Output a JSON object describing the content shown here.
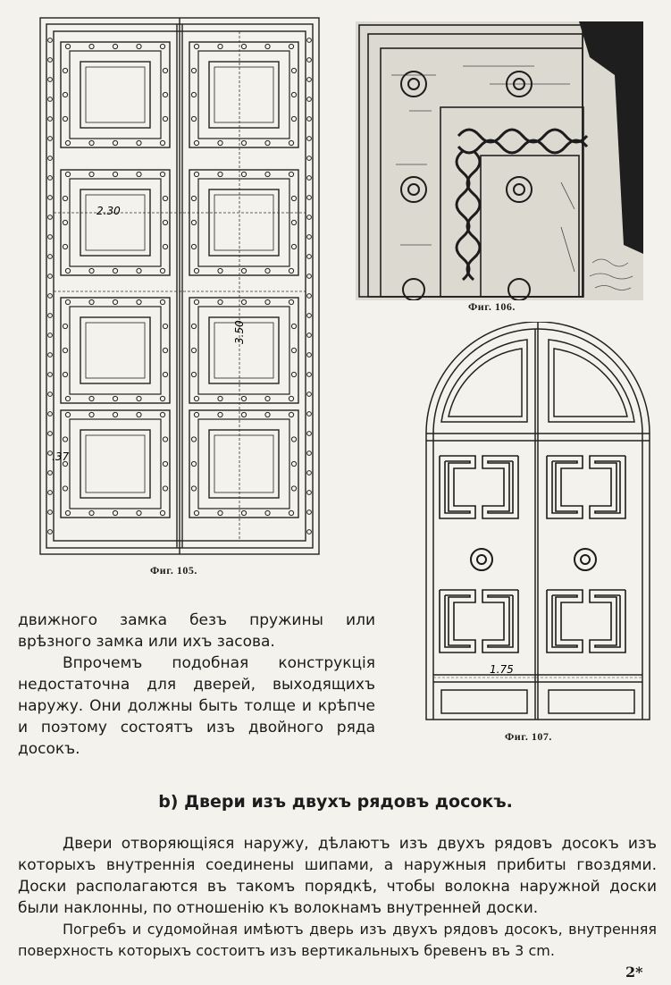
{
  "figures": {
    "fig105": {
      "caption": "Фиг. 105.",
      "dim_width": "2.30",
      "dim_height": "3.50",
      "dim_small": ".37"
    },
    "fig106": {
      "caption": "Фиг. 106."
    },
    "fig107": {
      "caption": "Фиг. 107.",
      "dim_width": "1.75"
    }
  },
  "text": {
    "para1": "движного замка безъ пружины или врѣзного замка или ихъ засова.",
    "para2": "Впрочемъ подобная конструкція недостаточна для дверей, выходящихъ наружу. Они должны быть толще и крѣпче и поэтому состоятъ изъ двойного ряда досокъ.",
    "section_heading": "b) Двери изъ двухъ рядовъ досокъ.",
    "para3": "Двери отворяющіяся наружу, дѣлаютъ изъ двухъ рядовъ досокъ изъ которыхъ внутреннія соединены шипами, а наружныя прибиты гвоздями. Доски располагаются въ такомъ порядкѣ, чтобы волокна наружной доски были наклонны, по отношенію къ волокнамъ внутренней доски.",
    "para4": "Погребъ и судомойная имѣютъ дверь изъ двухъ рядовъ досокъ, внутренняя поверхность которыхъ состоитъ изъ вертикальныхъ бревенъ въ 3 cm.",
    "page_number": "2*"
  }
}
